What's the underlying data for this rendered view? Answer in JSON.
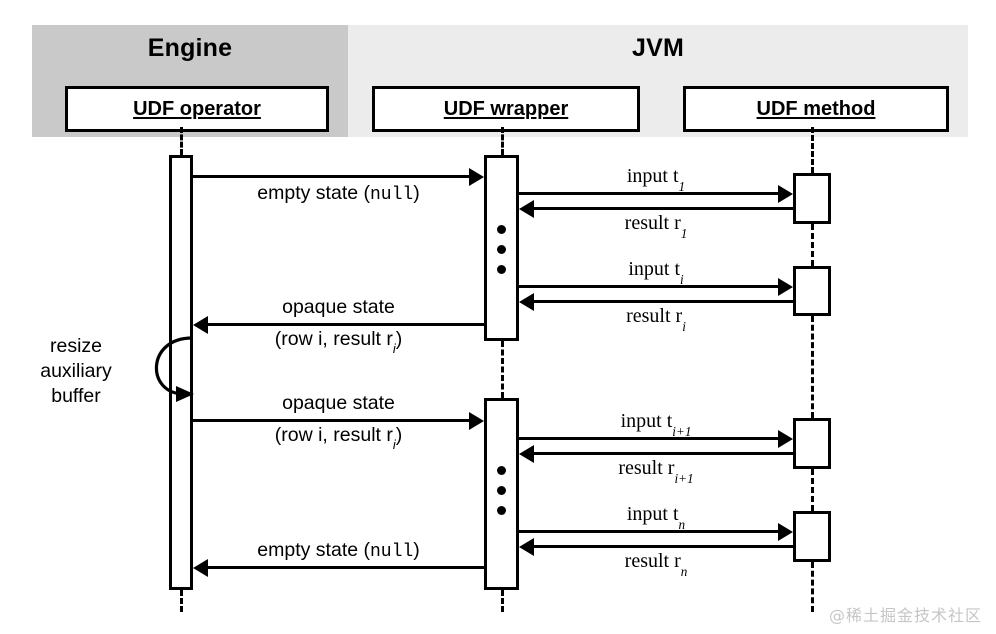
{
  "panels": [
    {
      "key": "engine",
      "title": "Engine"
    },
    {
      "key": "jvm",
      "title": "JVM"
    }
  ],
  "participants": [
    {
      "key": "operator",
      "label": "UDF operator"
    },
    {
      "key": "wrapper",
      "label": "UDF wrapper"
    },
    {
      "key": "method",
      "label": "UDF method"
    }
  ],
  "self_message": {
    "line1": "resize",
    "line2": "auxiliary",
    "line3": "buffer"
  },
  "messages": {
    "m1": {
      "text": "empty state (",
      "mono": "null",
      "text_end": ")"
    },
    "m2": {
      "prefix": "input t",
      "sub": "1"
    },
    "m3": {
      "prefix": "result r",
      "sub": "1"
    },
    "m4": {
      "prefix": "input t",
      "sub": "i"
    },
    "m5": {
      "prefix": "result r",
      "sub": "i"
    },
    "m6": {
      "line1": "opaque state",
      "line2_a": "(row i, result r",
      "line2_sub": "i",
      "line2_b": ")"
    },
    "m7": {
      "line1": "opaque state",
      "line2_a": "(row i, result r",
      "line2_sub": "i",
      "line2_b": ")"
    },
    "m8": {
      "prefix": "input t",
      "sub": "i+1"
    },
    "m9": {
      "prefix": "result r",
      "sub": "i+1"
    },
    "m10": {
      "prefix": "input t",
      "sub": "n"
    },
    "m11": {
      "prefix": "result r",
      "sub": "n"
    },
    "m12": {
      "text": "empty state (",
      "mono": "null",
      "text_end": ")"
    }
  },
  "watermark": "@稀土掘金技术社区",
  "colors": {
    "engine_panel": "#c9c9c9",
    "jvm_panel": "#ececec",
    "stroke": "#000000",
    "watermark": "#c6c6c6"
  }
}
